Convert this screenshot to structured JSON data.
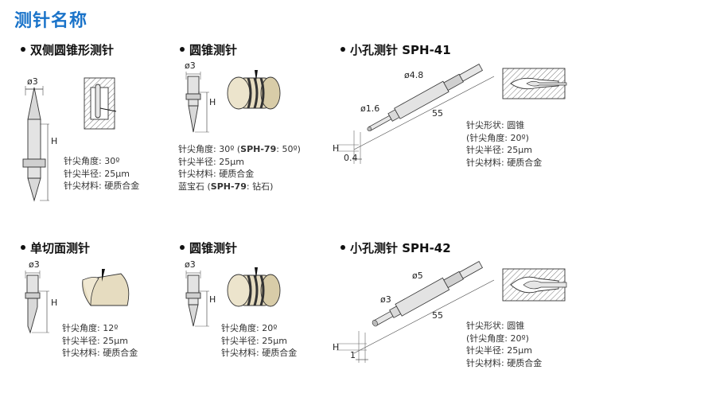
{
  "page_title": "测针名称",
  "sections": {
    "double_cone": {
      "title": "双侧圆锥形测针",
      "dims": {
        "d": "ø3",
        "h": "H"
      },
      "specs": [
        "针尖角度: 30º",
        "针尖半径: 25μm",
        "针尖材料: 硬质合金"
      ]
    },
    "cone1": {
      "title": "圆锥测针",
      "dims": {
        "d": "ø3",
        "h": "H"
      },
      "spec1_pre": "针尖角度: 30º (",
      "spec1_bold": "SPH-79",
      "spec1_post": ": 50º)",
      "spec2": "针尖半径: 25μm",
      "spec3": "针尖材料: 硬质合金",
      "spec4_pre": "蓝宝石 (",
      "spec4_bold": "SPH-79",
      "spec4_post": ": 钻石)"
    },
    "small_hole_41": {
      "title_prefix": "小孔测针 ",
      "title_model": "SPH-41",
      "dims": {
        "d_large": "ø4.8",
        "d_small": "ø1.6",
        "length": "55",
        "h": "H",
        "tip": "0.4"
      },
      "specs": [
        "针尖形状: 圆锥",
        "(针尖角度: 20º)",
        "针尖半径: 25μm",
        "针尖材料: 硬质合金"
      ]
    },
    "single_face": {
      "title": "单切面测针",
      "dims": {
        "d": "ø3",
        "h": "H"
      },
      "specs": [
        "针尖角度: 12º",
        "针尖半径: 25μm",
        "针尖材料: 硬质合金"
      ]
    },
    "cone2": {
      "title": "圆锥测针",
      "dims": {
        "d": "ø3",
        "h": "H"
      },
      "specs": [
        "针尖角度: 20º",
        "针尖半径: 25μm",
        "针尖材料: 硬质合金"
      ]
    },
    "small_hole_42": {
      "title_prefix": "小孔测针 ",
      "title_model": "SPH-42",
      "dims": {
        "d_large": "ø5",
        "d_small": "ø3",
        "length": "55",
        "h": "H",
        "tip": "1"
      },
      "specs": [
        "针尖形状: 圆锥",
        "(针尖角度: 20º)",
        "针尖半径: 25μm",
        "针尖材料: 硬质合金"
      ]
    }
  },
  "colors": {
    "title_blue": "#1a73c9",
    "metal": "#dedede",
    "workpiece": "#e6dcc0"
  }
}
